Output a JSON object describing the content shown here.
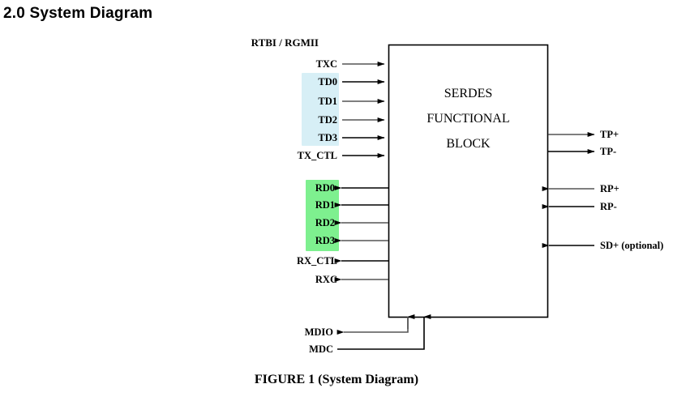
{
  "page": {
    "title": "2.0  System Diagram",
    "caption": "FIGURE 1 (System Diagram)"
  },
  "diagram": {
    "block": {
      "line1": "SERDES",
      "line2": "FUNCTIONAL",
      "line3": "BLOCK"
    },
    "bus_header": "RTBI / RGMII",
    "colors": {
      "highlight_tx": "#d7eff6",
      "highlight_rx": "#7ef08f",
      "line": "#000000",
      "block_border": "#000000",
      "background": "#ffffff"
    },
    "left_signals": [
      {
        "label": "TXC",
        "direction": "in",
        "highlight": "none"
      },
      {
        "label": "TD0",
        "direction": "in",
        "highlight": "tx"
      },
      {
        "label": "TD1",
        "direction": "in",
        "highlight": "tx"
      },
      {
        "label": "TD2",
        "direction": "in",
        "highlight": "tx"
      },
      {
        "label": "TD3",
        "direction": "in",
        "highlight": "tx"
      },
      {
        "label": "TX_CTL",
        "direction": "in",
        "highlight": "none"
      },
      {
        "label": "RD0",
        "direction": "out",
        "highlight": "rx"
      },
      {
        "label": "RD1",
        "direction": "out",
        "highlight": "rx"
      },
      {
        "label": "RD2",
        "direction": "out",
        "highlight": "rx"
      },
      {
        "label": "RD3",
        "direction": "out",
        "highlight": "rx"
      },
      {
        "label": "RX_CTL",
        "direction": "out",
        "highlight": "none"
      },
      {
        "label": "RXC",
        "direction": "out",
        "highlight": "none"
      }
    ],
    "right_signals": [
      {
        "label": "TP+",
        "direction": "out"
      },
      {
        "label": "TP-",
        "direction": "out"
      },
      {
        "label": "RP+",
        "direction": "in"
      },
      {
        "label": "RP-",
        "direction": "in"
      },
      {
        "label": "SD+ (optional)",
        "direction": "in"
      }
    ],
    "bottom_signals": [
      {
        "label": "MDIO",
        "direction": "out"
      },
      {
        "label": "MDC",
        "direction": "in"
      }
    ]
  }
}
